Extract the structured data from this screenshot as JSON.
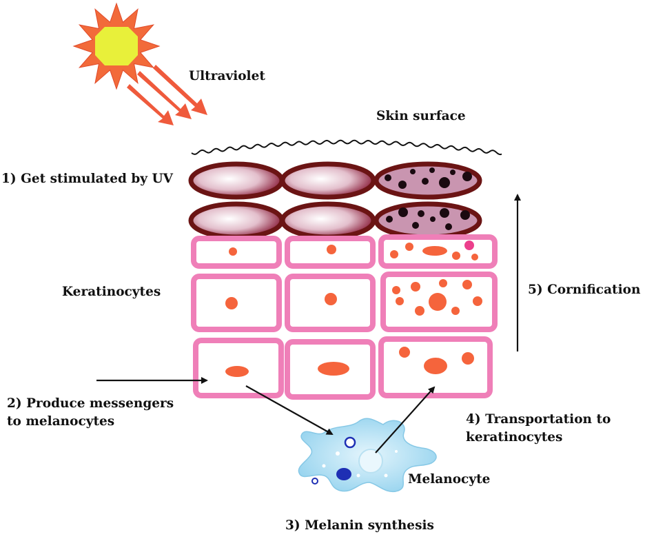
{
  "labels": {
    "ultraviolet": "Ultraviolet",
    "skin_surface": "Skin surface",
    "step1": "1) Get stimulated by UV",
    "keratinocytes": "Keratinocytes",
    "step2_line1": "2) Produce messengers",
    "step2_line2": "to melanocytes",
    "step3": "3) Melanin synthesis",
    "step4_line1": "4) Transportation to",
    "step4_line2": "keratinocytes",
    "step5": "5) Cornification",
    "melanocyte": "Melanocyte"
  },
  "colors": {
    "sun_outer": "#f26a3a",
    "sun_core": "#e8f03a",
    "uv_ray": "#ef5a3c",
    "corneocyte_border": "#6b1414",
    "corneocyte_fill_light": "#ffffff",
    "corneocyte_fill_dark": "#8a1e3a",
    "melanized_fill": "#c995b0",
    "melanin_dot": "#1a0a10",
    "cell_border": "#ef7fb8",
    "nucleus": "#f5643c",
    "melanocyte_body": "#a9dcf2",
    "melanocyte_nucleus": "#1e2fb4",
    "arrow": "#111111"
  }
}
